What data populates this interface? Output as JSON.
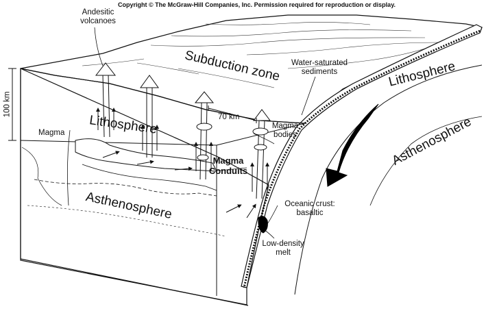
{
  "copyright": "Copyright © The McGraw-Hill Companies, Inc. Permission required for reproduction or display.",
  "labels": {
    "andesitic_volcanoes_1": "Andesitic",
    "andesitic_volcanoes_2": "volcanoes",
    "subduction_zone": "Subduction zone",
    "water_saturated_1": "Water-saturated",
    "water_saturated_2": "sediments",
    "lithosphere_right": "Lithosphere",
    "asthenosphere_right": "Asthenosphere",
    "depth_100km": "100 km",
    "distance_70km": "70 km",
    "magma": "Magma",
    "lithosphere_block": "Lithosphere",
    "magma_bodies_1": "Magma",
    "magma_bodies_2": "bodies",
    "magma_conduits_1": "Magma",
    "magma_conduits_2": "Conduits",
    "asthenosphere_block": "Asthenosphere",
    "oceanic_crust_1": "Oceanic crust:",
    "oceanic_crust_2": "basaltic",
    "low_density_1": "Low-density",
    "low_density_2": "melt"
  },
  "colors": {
    "line": "#111111",
    "paper": "#ffffff",
    "melt": "#000000"
  }
}
